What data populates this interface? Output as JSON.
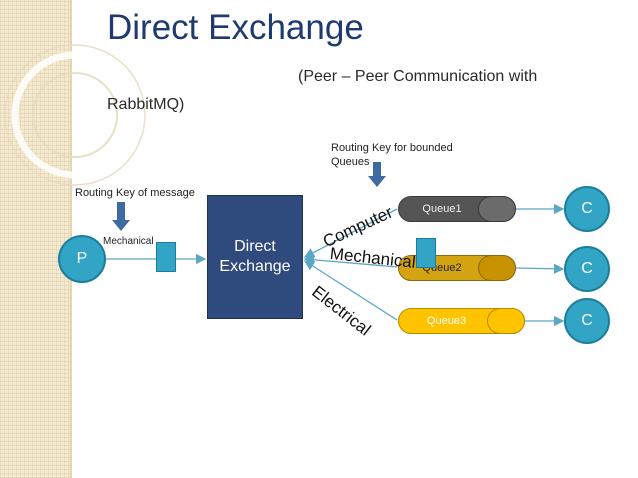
{
  "slide": {
    "title": "Direct Exchange",
    "subtitle_line1": "(Peer – Peer Communication with",
    "subtitle_line2": "RabbitMQ)"
  },
  "notes": {
    "routing_key_bounded": "Routing Key for bounded Queues",
    "routing_key_message": "Routing Key of message",
    "message_key": "Mechanical"
  },
  "producer": {
    "label": "P"
  },
  "exchange": {
    "line1": "Direct",
    "line2": "Exchange"
  },
  "bindings": {
    "computer": "Computer",
    "mechanical": "Mechanical",
    "electrical": "Electrical"
  },
  "queues": [
    {
      "label": "Queue1"
    },
    {
      "label": "Queue2"
    },
    {
      "label": "Queue3"
    }
  ],
  "consumers": [
    {
      "label": "C"
    },
    {
      "label": "C"
    },
    {
      "label": "C"
    }
  ],
  "colors": {
    "title": "#1f3a6e",
    "node": "#32a4c6",
    "exchange": "#2f4a7c",
    "queue1": "#555555",
    "queue2": "#d4a312",
    "queue3": "#ffc300",
    "arrow": "#5aa7c4",
    "pointer": "#3d6aa1"
  }
}
